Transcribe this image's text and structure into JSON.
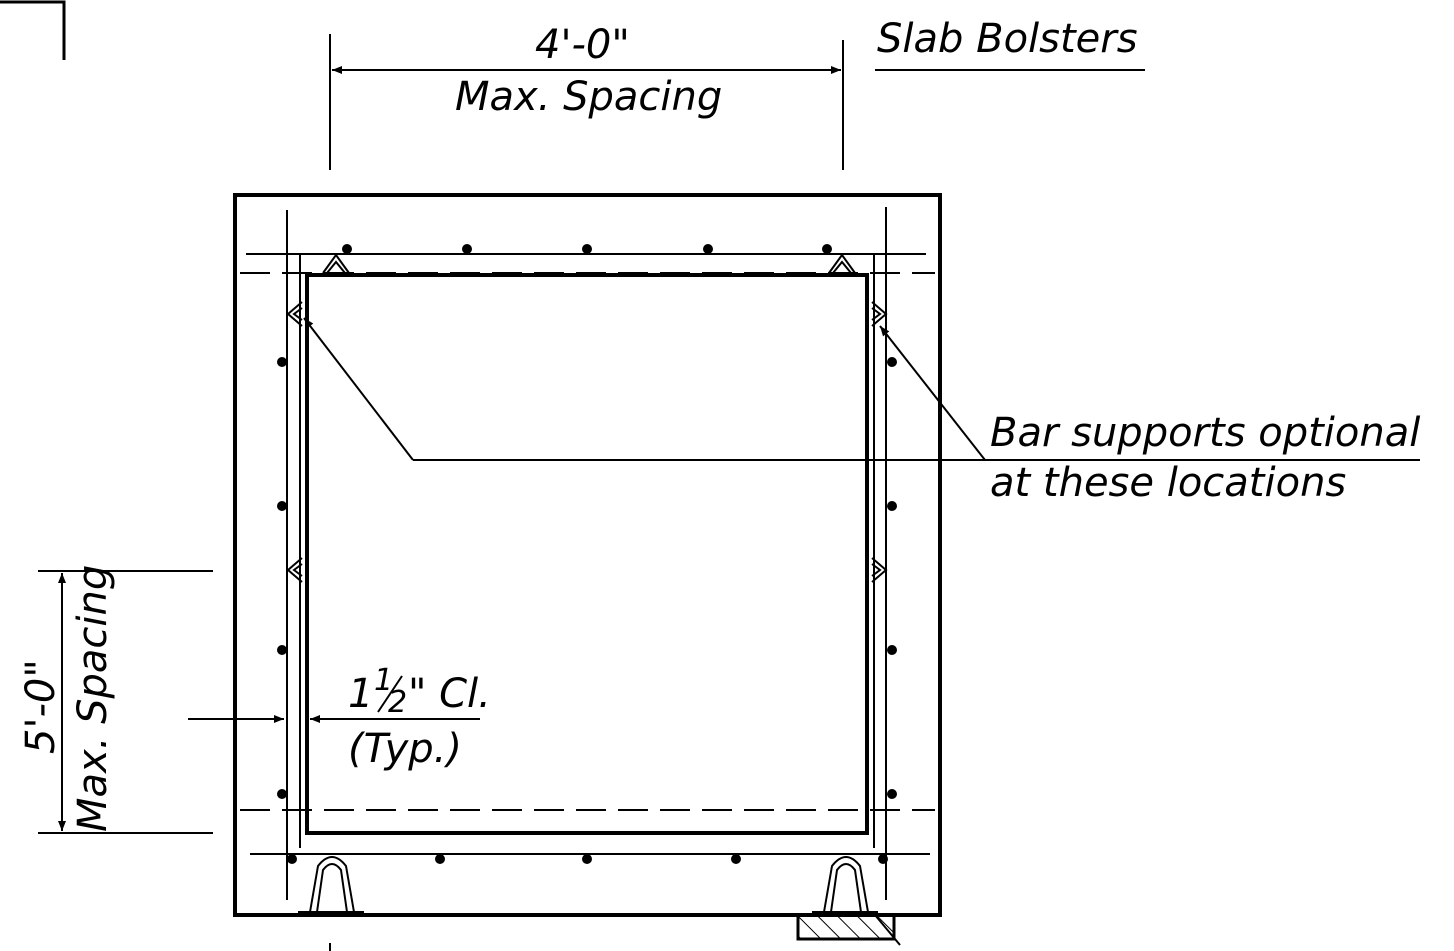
{
  "labels": {
    "top_dimension": "4'-0\"",
    "top_dimension_note": "Max. Spacing",
    "slab_bolsters": "Slab Bolsters",
    "bar_supports_line1": "Bar supports optional",
    "bar_supports_line2": "at these locations",
    "side_dimension": "5'-0\"",
    "side_dimension_note": "Max. Spacing",
    "clear_cover_main": "1",
    "clear_cover_num": "1",
    "clear_cover_den": "2",
    "clear_cover_unit": "\" Cl.",
    "clear_cover_note": "(Typ.)"
  },
  "colors": {
    "line": "#000000",
    "background": "#ffffff"
  }
}
